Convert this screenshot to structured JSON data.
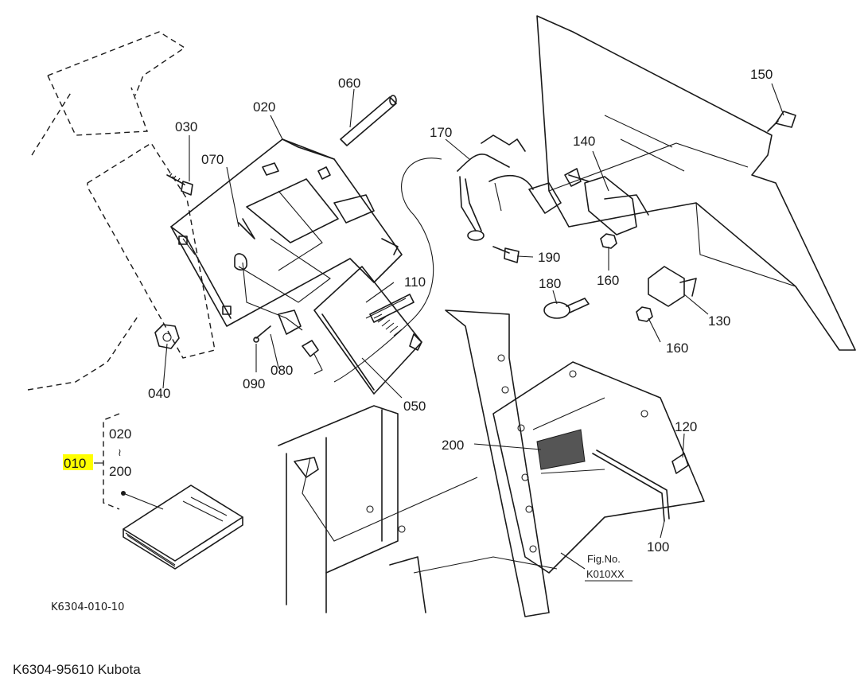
{
  "callouts": {
    "c010": "010",
    "c020": "020",
    "c030": "030",
    "c040": "040",
    "c050": "050",
    "c060": "060",
    "c070": "070",
    "c080": "080",
    "c090": "090",
    "c100": "100",
    "c110": "110",
    "c120": "120",
    "c130": "130",
    "c140": "140",
    "c150": "150",
    "c160a": "160",
    "c160b": "160",
    "c170": "170",
    "c180": "180",
    "c190": "190",
    "c200": "200"
  },
  "kit": {
    "range_start": "020",
    "range_sep": "≀",
    "range_end": "200"
  },
  "fig": {
    "label": "Fig.No.",
    "number": "K010XX"
  },
  "drawing_code": "K6304-010-10",
  "caption": "K6304-95610 Kubota",
  "colors": {
    "highlight": "#ffff00",
    "ink": "#1a1a1a"
  }
}
